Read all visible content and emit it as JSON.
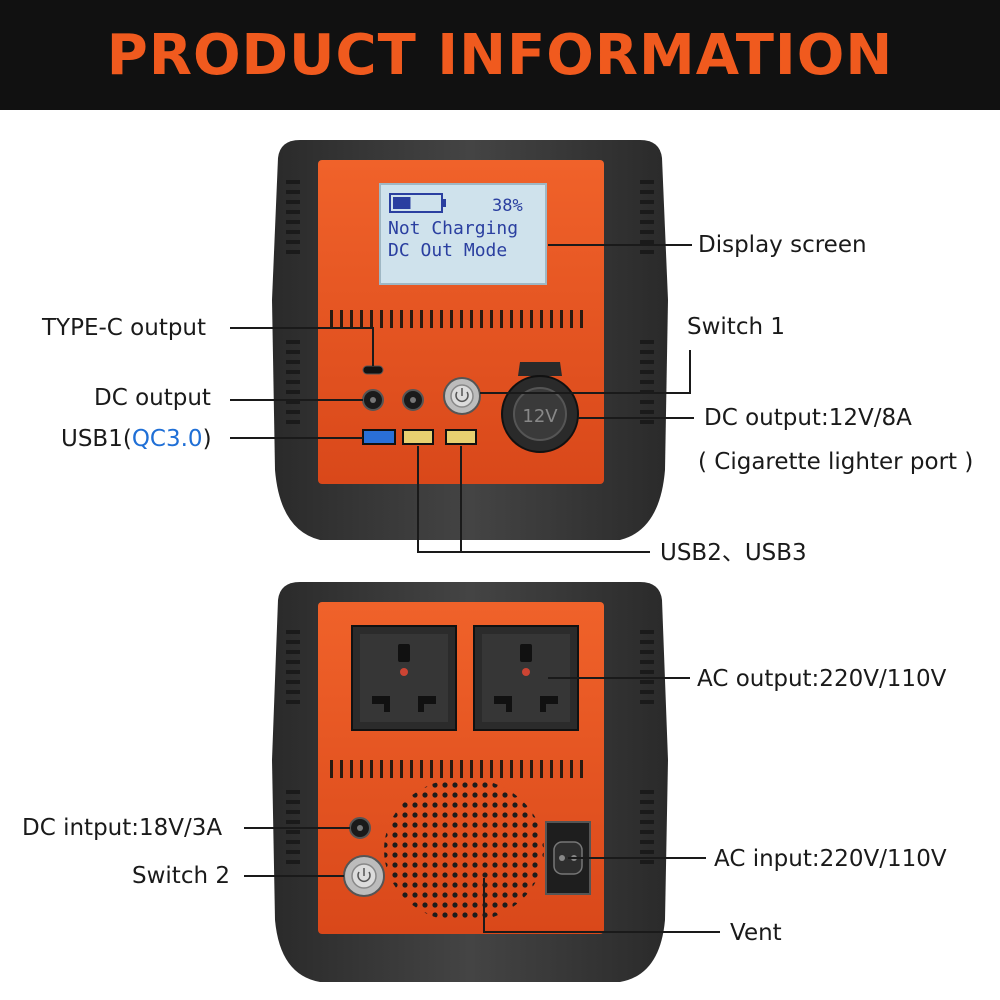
{
  "header": {
    "title": "PRODUCT INFORMATION"
  },
  "colors": {
    "header_bg": "#111111",
    "header_text": "#f05a1e",
    "orange_panel": "#e8521a",
    "device_body": "#3a3a3a",
    "lcd_bg": "#cfe2ec",
    "lcd_text": "#2a3fa0",
    "qc_blue": "#1f6fd6"
  },
  "display": {
    "battery_percent_label": "38%",
    "battery_level": 0.38,
    "line1": "Not Charging",
    "line2": "DC Out Mode"
  },
  "front_panel": {
    "cigarette_port_text": "12V"
  },
  "labels": {
    "display_screen": "Display screen",
    "type_c_output": "TYPE-C output",
    "switch_1": "Switch 1",
    "dc_output": "DC output",
    "dc_output_12v": "DC output:12V/8A",
    "usb1_prefix": "USB1(",
    "usb1_accent": "QC3.0",
    "usb1_suffix": ")",
    "cigarette_lighter": "( Cigarette lighter port )",
    "usb2_usb3": "USB2、USB3",
    "ac_output": "AC output:220V/110V",
    "dc_input": "DC intput:18V/3A",
    "switch_2": "Switch 2",
    "ac_input": "AC input:220V/110V",
    "vent": "Vent"
  }
}
